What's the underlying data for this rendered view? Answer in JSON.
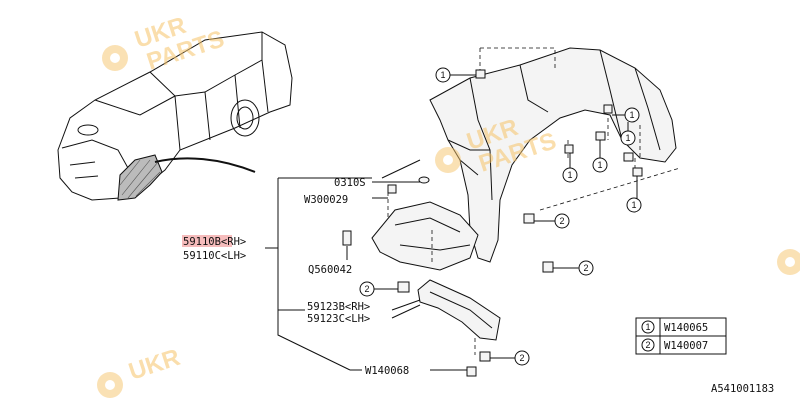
{
  "watermark": {
    "line1": "UKR",
    "line2": "PARTS"
  },
  "labels": {
    "p59110b": "59110B<RH>",
    "p59110c": "59110C<LH>",
    "p0310s": "0310S",
    "pw300029": "W300029",
    "pq560042": "Q560042",
    "p59123b": "59123B<RH>",
    "p59123c": "59123C<LH>",
    "pw140068": "W140068",
    "diagram_id": "A541001183"
  },
  "legend": [
    {
      "num": "1",
      "code": "W140065"
    },
    {
      "num": "2",
      "code": "W140007"
    }
  ],
  "colors": {
    "highlight": "#f3a5a5",
    "watermark": "#f6c46a",
    "line": "#111111"
  }
}
